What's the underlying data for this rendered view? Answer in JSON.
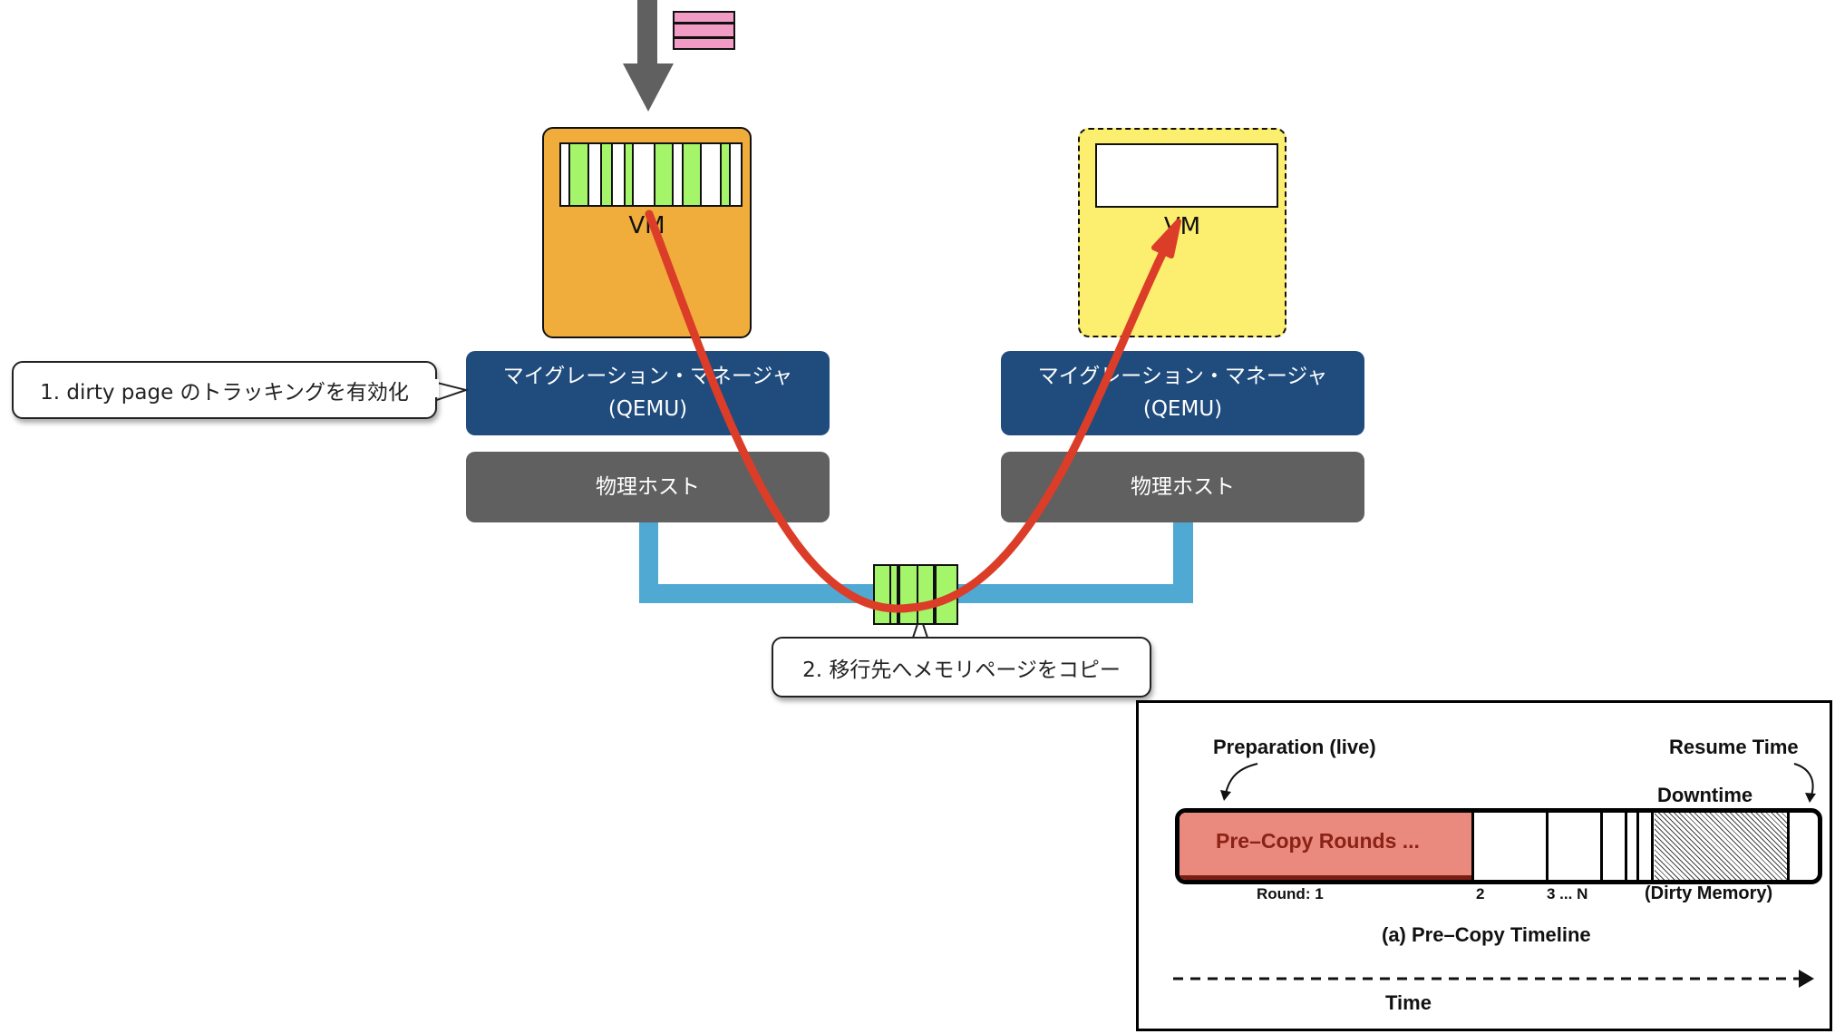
{
  "colors": {
    "vm_source": "#F0AD3C",
    "vm_destination": "#FCEE6E",
    "dirty_page": "#A5F56A",
    "manager": "#1F4B7D",
    "host": "#606060",
    "network": "#4FA9D3",
    "migration_arrow": "#DB3D28",
    "write_pages": "#F29BC4",
    "precopy_rounds": "#EA8A7E"
  },
  "source": {
    "vm_label": "VM",
    "memory_pages": [
      "clean",
      "dirty",
      "clean",
      "dirty",
      "clean",
      "dirty",
      "clean",
      "dirty",
      "clean",
      "dirty",
      "clean",
      "dirty",
      "clean"
    ],
    "manager_line1": "マイグレーション・マネージャ",
    "manager_line2": "(QEMU)",
    "host_label": "物理ホスト"
  },
  "destination": {
    "vm_label": "VM",
    "memory_pages": [],
    "manager_line1": "マイグレーション・マネージャ",
    "manager_line2": "(QEMU)",
    "host_label": "物理ホスト"
  },
  "callouts": {
    "step1": "1. dirty page のトラッキングを有効化",
    "step2": "2. 移行先へメモリページをコピー"
  },
  "inset": {
    "preparation_label": "Preparation (live)",
    "resume_label": "Resume Time",
    "downtime_label": "Downtime",
    "precopy_label": "Pre–Copy Rounds ...",
    "round1_label": "Round: 1",
    "round2_label": "2",
    "round3n_label": "3 ... N",
    "dirty_memory_label": "(Dirty Memory)",
    "caption": "(a) Pre–Copy Timeline",
    "time_label": "Time"
  }
}
